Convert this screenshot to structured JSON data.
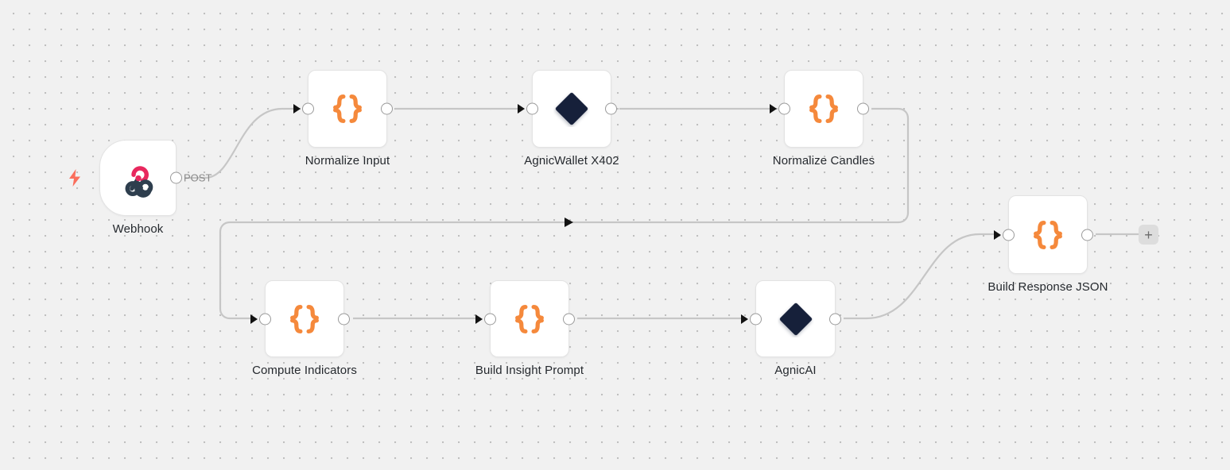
{
  "canvas": {
    "background_color": "#f1f1f1",
    "grid": "dot-grid",
    "accent_orange": "#f5893c",
    "accent_navy": "#16203a",
    "accent_coral": "#fa6e5c",
    "webhook_pink": "#e8285e",
    "webhook_slate": "#2e3e4e",
    "edge_color": "#c6c6c6",
    "label_color": "#25292e"
  },
  "nodes": [
    {
      "id": "webhook",
      "label": "Webhook",
      "icon": "webhook-icon",
      "kind": "trigger",
      "output_caption": "POST"
    },
    {
      "id": "normalize-input",
      "label": "Normalize Input",
      "icon": "code-braces-icon",
      "kind": "code"
    },
    {
      "id": "agnicwallet-x402",
      "label": "AgnicWallet X402",
      "icon": "diamond-icon",
      "kind": "app"
    },
    {
      "id": "normalize-candles",
      "label": "Normalize Candles",
      "icon": "code-braces-icon",
      "kind": "code"
    },
    {
      "id": "compute-indicators",
      "label": "Compute Indicators",
      "icon": "code-braces-icon",
      "kind": "code"
    },
    {
      "id": "build-insight-prompt",
      "label": "Build Insight Prompt",
      "icon": "code-braces-icon",
      "kind": "code"
    },
    {
      "id": "agnicai",
      "label": "AgnicAI",
      "icon": "diamond-icon",
      "kind": "app"
    },
    {
      "id": "build-response-json",
      "label": "Build Response JSON",
      "icon": "code-braces-icon",
      "kind": "code"
    }
  ],
  "add_node_button": {
    "label": "+",
    "name": "add-node-button"
  }
}
